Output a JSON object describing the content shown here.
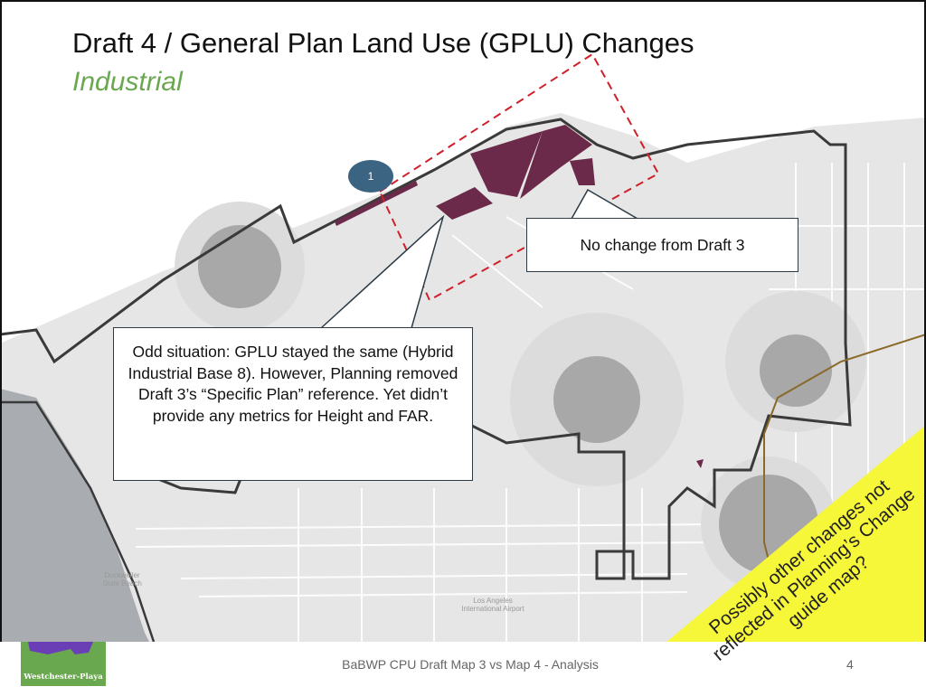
{
  "slide": {
    "title": "Draft 4 / General Plan Land Use (GPLU) Changes",
    "subtitle": "Industrial",
    "page_number": "4",
    "footer": "BaBWP CPU Draft Map 3 vs Map 4 - Analysis"
  },
  "map": {
    "marker_label": "1",
    "place_labels": [
      "Dockweiler State Beach",
      "Los Angeles International Airport"
    ],
    "colors": {
      "industrial": "#6b2a4a",
      "base": "#e6e6e6",
      "water": "#a9adb1",
      "boundary": "#3a3a3a",
      "highlight_box": "#d0202a",
      "marker": "#3b6382"
    }
  },
  "callouts": {
    "odd_situation": "Odd situation: GPLU stayed the same (Hybrid Industrial Base 8). However, Planning removed Draft 3’s “Specific Plan” reference. Yet didn’t provide any metrics for Height and FAR.",
    "no_change": "No change from Draft 3"
  },
  "banner": {
    "text": "Possibly other changes not reflected in Planning’s Change guide map?",
    "color": "#f7f73a"
  },
  "logo": {
    "text": "Westchester-Playa"
  }
}
